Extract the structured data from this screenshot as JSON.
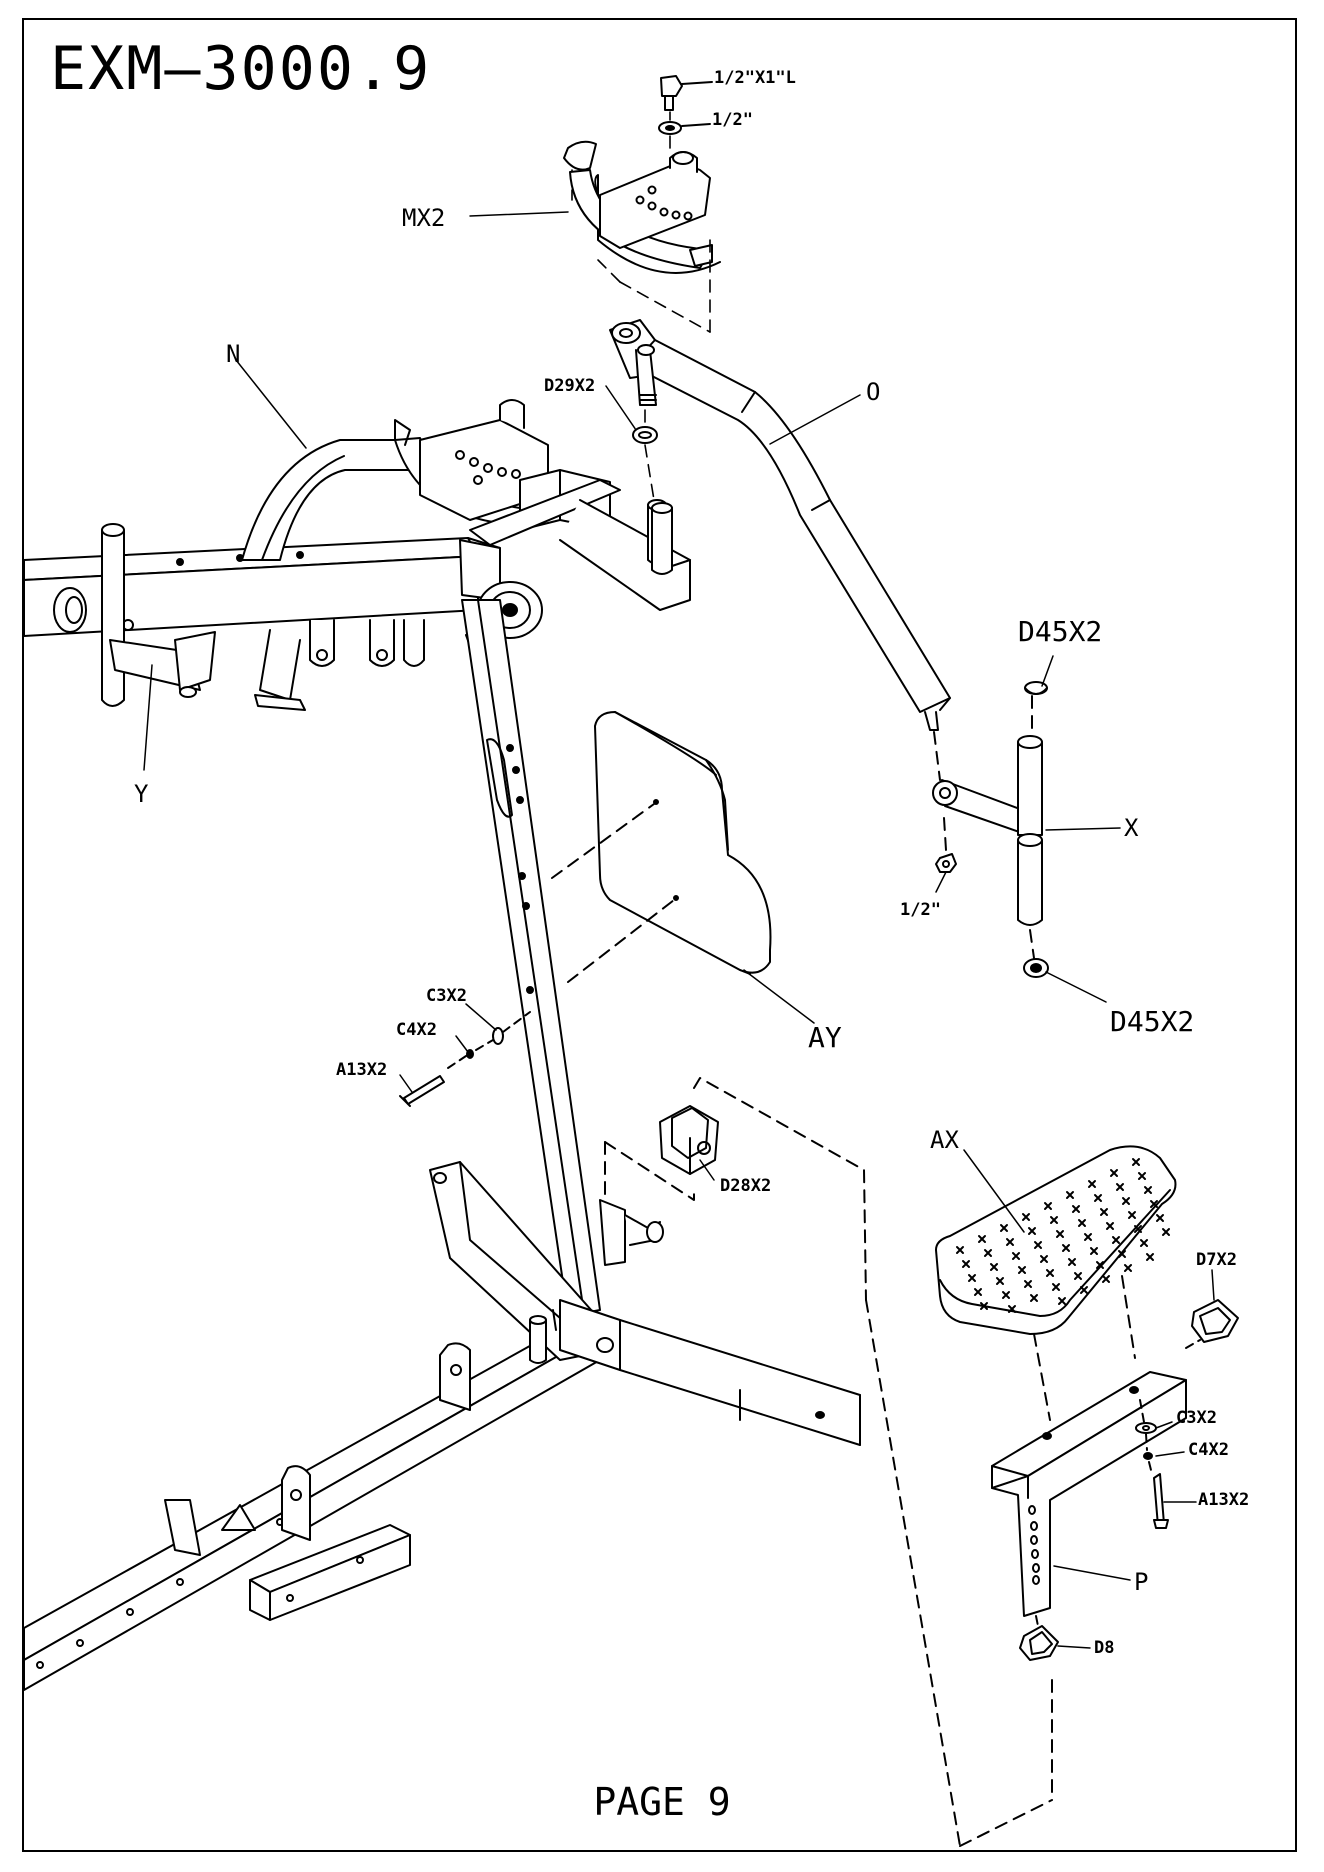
{
  "title": "EXM—3000.9",
  "footer": "PAGE 9",
  "labels": {
    "bolt_half_x1": "1/2\"X1\"L",
    "washer_half": "1/2\"",
    "mx2": "MX2",
    "n": "N",
    "d29x2": "D29X2",
    "o": "O",
    "d45x2_top": "D45X2",
    "x": "X",
    "nut_half": "1/2\"",
    "d45x2_bottom": "D45X2",
    "y": "Y",
    "ay": "AY",
    "c3x2_left": "C3X2",
    "c4x2_left": "C4X2",
    "a13x2_left": "A13X2",
    "d28x2": "D28X2",
    "ax": "AX",
    "d7x2": "D7X2",
    "c3x2_right": "C3X2",
    "c4x2_right": "C4X2",
    "a13x2_right": "A13X2",
    "p": "P",
    "d8": "D8"
  }
}
